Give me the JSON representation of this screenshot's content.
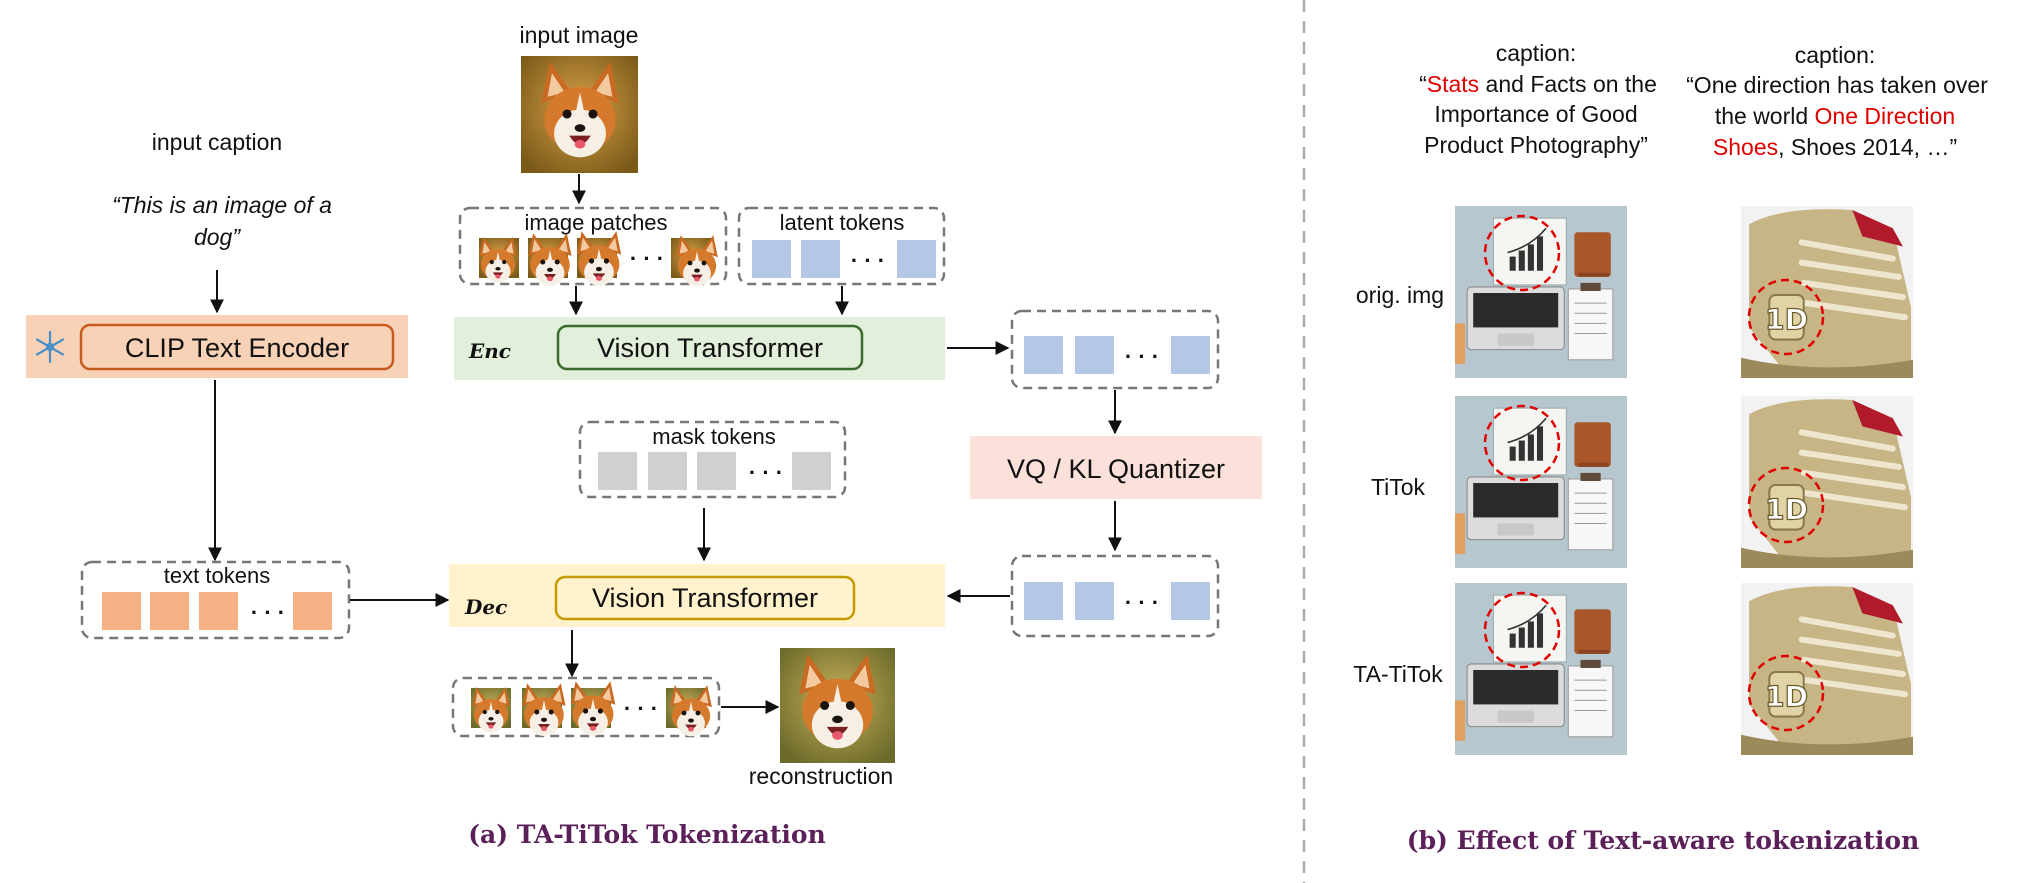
{
  "left_panel": {
    "input_image_label": "input image",
    "input_caption_label": "input caption",
    "caption_line1": "“This is an image of a",
    "caption_line2": "dog”",
    "clip_encoder_label": "CLIP Text Encoder",
    "frozen_icon": "snowflake-icon",
    "image_patches_label": "image patches",
    "latent_tokens_label": "latent tokens",
    "enc_label": "Enc",
    "encoder_label": "Vision Transformer",
    "quantizer_label": "VQ / KL Quantizer",
    "mask_tokens_label": "mask tokens",
    "text_tokens_label": "text tokens",
    "dec_label": "Dec",
    "decoder_label": "Vision Transformer",
    "reconstruction_label": "reconstruction",
    "ellipsis": "· · ·",
    "caption": "(a) TA-TiTok Tokenization"
  },
  "right_panel": {
    "col1_caption": {
      "label": "caption:",
      "l1_open": "“",
      "l1_highlight": "Stats",
      "l1_rest": " and Facts on the",
      "l2": "Importance of Good",
      "l3": "Product Photography”"
    },
    "col2_caption": {
      "label": "caption:",
      "l1": "“One direction has taken over",
      "l2_plain": "the world ",
      "l2_highlight": "One Direction",
      "l3_highlight": "Shoes",
      "l3_rest": ", Shoes 2014, …”"
    },
    "row_labels": [
      "orig. img",
      "TiTok",
      "TA-TiTok"
    ],
    "caption": "(b) Effect of Text-aware tokenization"
  },
  "colors": {
    "clip_bg": "#f8d2b7",
    "clip_border": "#c85a1a",
    "enc_bg": "#e2efda",
    "enc_border": "#3b6a2c",
    "dec_bg": "#fff2cc",
    "dec_border": "#c49a00",
    "quant_bg": "#fbe1da",
    "text_token": "#f4b183",
    "latent_token": "#b4c7e7",
    "mask_token": "#d0d0d0",
    "caption_purple": "#5b1f5a",
    "highlight_red": "#e00000"
  }
}
